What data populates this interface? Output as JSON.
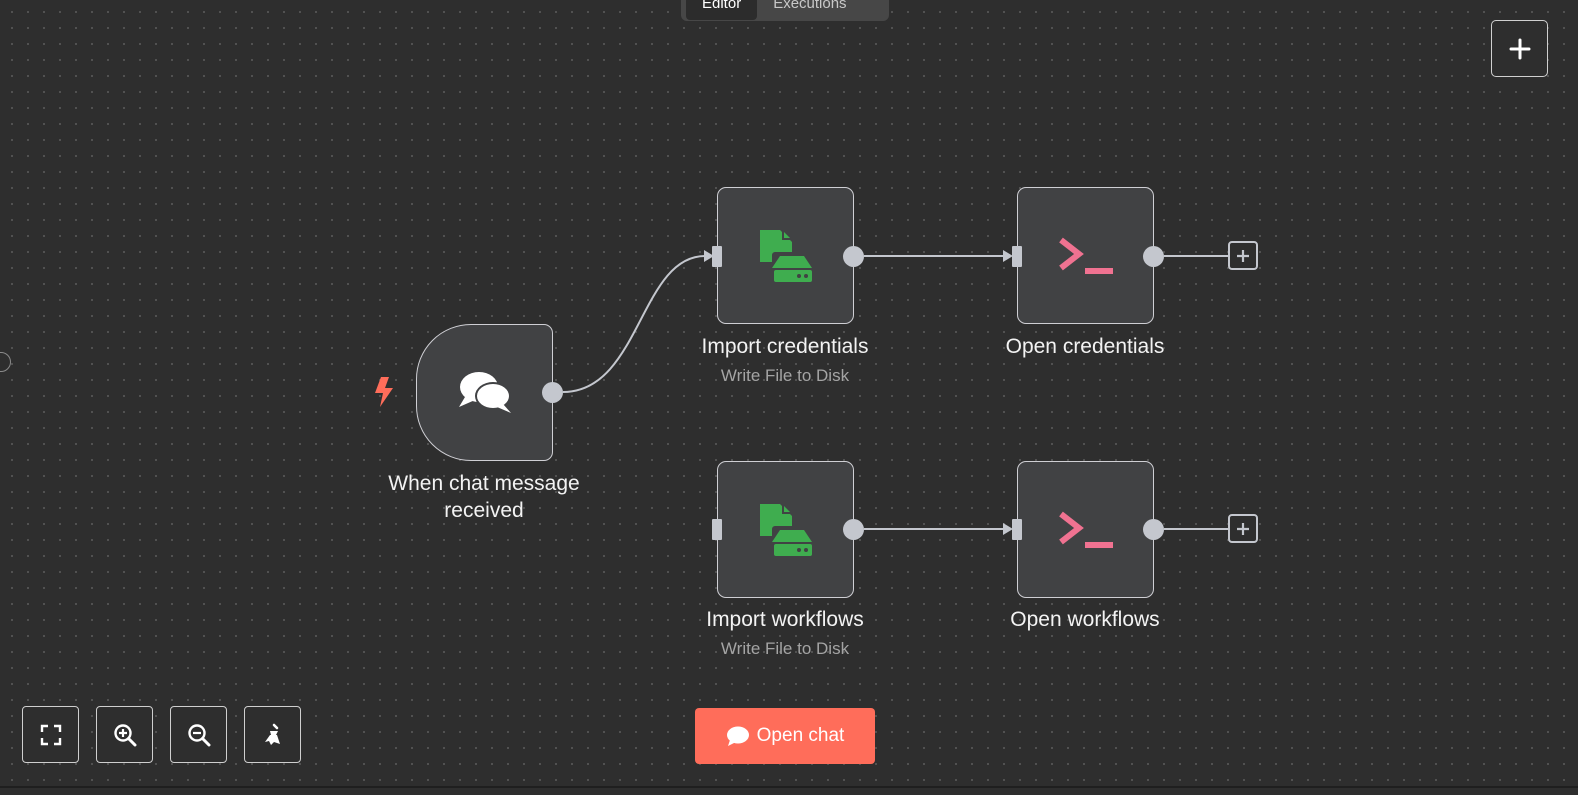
{
  "tabs": [
    {
      "label": "Editor",
      "active": true
    },
    {
      "label": "Executions",
      "active": false
    }
  ],
  "nodes": {
    "chat_trigger": {
      "label_line1": "When chat message",
      "label_line2": "received",
      "icon": "chat-bubbles-icon"
    },
    "import_credentials": {
      "label": "Import credentials",
      "subtitle": "Write File to Disk",
      "icon": "file-disk-icon"
    },
    "open_credentials": {
      "label": "Open credentials",
      "icon": "terminal-icon"
    },
    "import_workflows": {
      "label": "Import workflows",
      "subtitle": "Write File to Disk",
      "icon": "file-disk-icon"
    },
    "open_workflows": {
      "label": "Open workflows",
      "icon": "terminal-icon"
    }
  },
  "toolbar": {
    "fit_view": "fit-view-icon",
    "zoom_in": "zoom-in-icon",
    "zoom_out": "zoom-out-icon",
    "tidy_up": "broom-icon"
  },
  "open_chat": {
    "label": "Open chat"
  },
  "colors": {
    "canvas": "#2e2e2e",
    "node_bg": "#414244",
    "accent": "#ff6d5a",
    "file_icon": "#3fad4f",
    "terminal_icon": "#f07291"
  }
}
